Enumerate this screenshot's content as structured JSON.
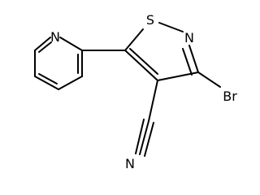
{
  "molecule": {
    "atoms": {
      "pyridine_n": "N",
      "ring_s": "S",
      "ring_n": "N",
      "bromo": "Br",
      "nitrile_n": "N"
    },
    "colors": {
      "bond": "#000000",
      "label": "#000000",
      "background": "#ffffff"
    }
  }
}
